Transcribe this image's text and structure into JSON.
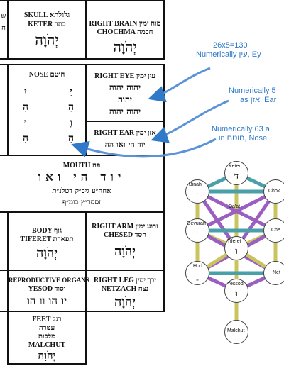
{
  "table": {
    "skull": {
      "label": "SKULL גלגלתא",
      "label2": "KETER כתר",
      "name": "יְהֹוָה"
    },
    "right_brain": {
      "label": "RIGHT BRAIN מוח ימין",
      "label2": "CHOCHMA חכמה",
      "name": "יְהֹוָה"
    },
    "left_partial": {
      "label": "ש",
      "label2": "ח"
    },
    "nose": {
      "label": "NOSE חוטם",
      "left_column": [
        "יִ",
        "הִ",
        "וּ",
        "הִ"
      ],
      "right_column": [
        "יֵ",
        "הֵ",
        "וֵ",
        "הֵ"
      ]
    },
    "right_eye": {
      "label": "RIGHT EYE עין ימין",
      "line1": "יהוה יהוה",
      "line2": "יהוה",
      "line3": "יהוה יהוה"
    },
    "right_ear": {
      "label": "RIGHT EAR אזן ימין",
      "line1": "יוד הי ואו הה"
    },
    "mouth": {
      "label": "MOUTH פה",
      "line1": "יוד הי ואו",
      "line2": "אחה״ע גיכ״ק דטלנ״ת",
      "line3": "זססר״ץ בומ״ף"
    },
    "body": {
      "label": "BODY גוף",
      "label2": "TIFERET תפארת",
      "name": "יְהֹוָה"
    },
    "right_arm": {
      "label": "RIGHT ARM זרוע ימין",
      "label2": "CHESED חסד",
      "name": "יְהֹוָה"
    },
    "reproductive": {
      "label": "REPRODUCTIVE ORGANS",
      "label2": "YESOD יסוד",
      "name": "יו הו וו הו"
    },
    "right_leg": {
      "label": "RIGHT LEG ירך ימין",
      "label2": "NETZACH נצח",
      "name": "יְהֹוָה"
    },
    "feet": {
      "label": "FEET רגל",
      "label2": "עטרה",
      "label3": "מלכות",
      "label4": "MALCHUT",
      "name": "יְהֹוָה"
    }
  },
  "annotations": {
    "eye": {
      "line1": "26x5=130",
      "line2": "Numerically עין, Ey"
    },
    "ear": {
      "line1": "Numerically 5",
      "line2": "as אזן, Ear"
    },
    "nose": {
      "line1": "Numerically 63 a",
      "line2": "in חוטם, Nose"
    }
  },
  "tree": {
    "nodes": {
      "keter": {
        "name": "Keter",
        "glyph": "ּד"
      },
      "binah": {
        "name": "Binah",
        "glyph": "ּּ"
      },
      "chochma": {
        "name": "Chok",
        "glyph": ""
      },
      "daat": {
        "name": "Da'at",
        "glyph": ""
      },
      "gevurah": {
        "name": "Gevurah",
        "glyph": "ּ"
      },
      "chesed": {
        "name": "Che",
        "glyph": ""
      },
      "tiferet": {
        "name": "Tiferet",
        "glyph": "וֹ"
      },
      "hod": {
        "name": "Hod",
        "glyph": "ֵ"
      },
      "netzach": {
        "name": "Net",
        "glyph": ""
      },
      "yesod": {
        "name": "Yessod",
        "glyph": "וּ"
      },
      "malchut": {
        "name": "Malchut",
        "glyph": ""
      }
    }
  }
}
